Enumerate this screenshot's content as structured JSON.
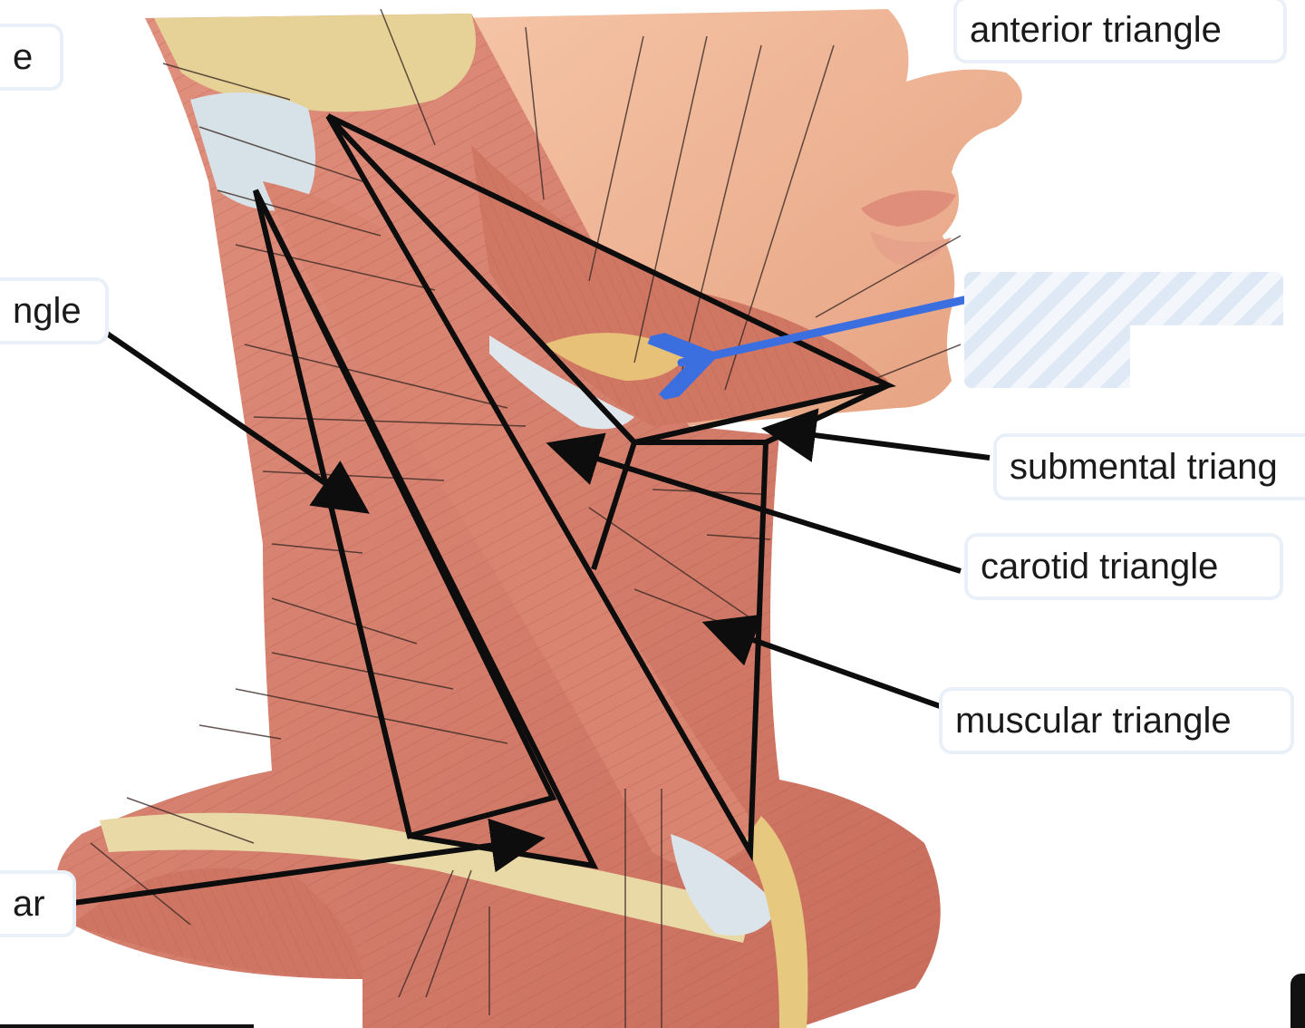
{
  "labels": {
    "top_left_partial": "e",
    "anterior_triangle": "anterior triangle",
    "left_middle_partial": "ngle",
    "submental_triangle_partial": "submental triang",
    "carotid_triangle": "carotid triangle",
    "muscular_triangle": "muscular triangle",
    "bottom_left_partial": "ar"
  },
  "colors": {
    "outline": "#0d0d0d",
    "blue_arrow": "#3b6fe0",
    "muscle": "#d9826f",
    "muscle_dark": "#b85d4d",
    "skin": "#f0b79b",
    "bone_yellow": "#e8d59a",
    "tendon": "#d9e3ea"
  }
}
